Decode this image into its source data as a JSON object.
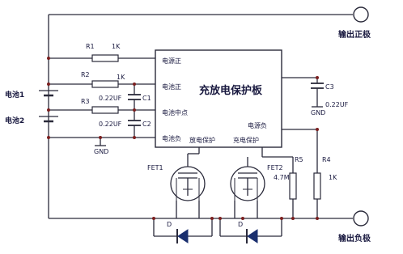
{
  "chip": {
    "title": "充放电保护板",
    "pins": {
      "source_pos_1": "电源正",
      "battery_pos": "电池正",
      "battery_mid": "电池中点",
      "battery_neg": "电池负",
      "discharge_protect": "放电保护",
      "charge_protect": "充电保护",
      "source_neg": "电源负"
    }
  },
  "batteries": [
    "电池1",
    "电池2"
  ],
  "resistors": {
    "r1": {
      "name": "R1",
      "value": "1K"
    },
    "r2": {
      "name": "R2",
      "value": "1K"
    },
    "r3": {
      "name": "R3",
      "value": ""
    },
    "r4": {
      "name": "R4",
      "value": "1K"
    },
    "r5": {
      "name": "R5",
      "value": "4.7M"
    }
  },
  "capacitors": {
    "c1": {
      "name": "C1",
      "value": "0.22UF"
    },
    "c2": {
      "name": "C2",
      "value": "0.22UF"
    },
    "c3": {
      "name": "C3",
      "value": "0.22UF"
    }
  },
  "ground_labels": [
    "GND",
    "GND"
  ],
  "fets": [
    "FET1",
    "FET2"
  ],
  "diodes": [
    "D",
    "D"
  ],
  "terminals": {
    "positive": "输出正极",
    "negative": "输出负极"
  }
}
